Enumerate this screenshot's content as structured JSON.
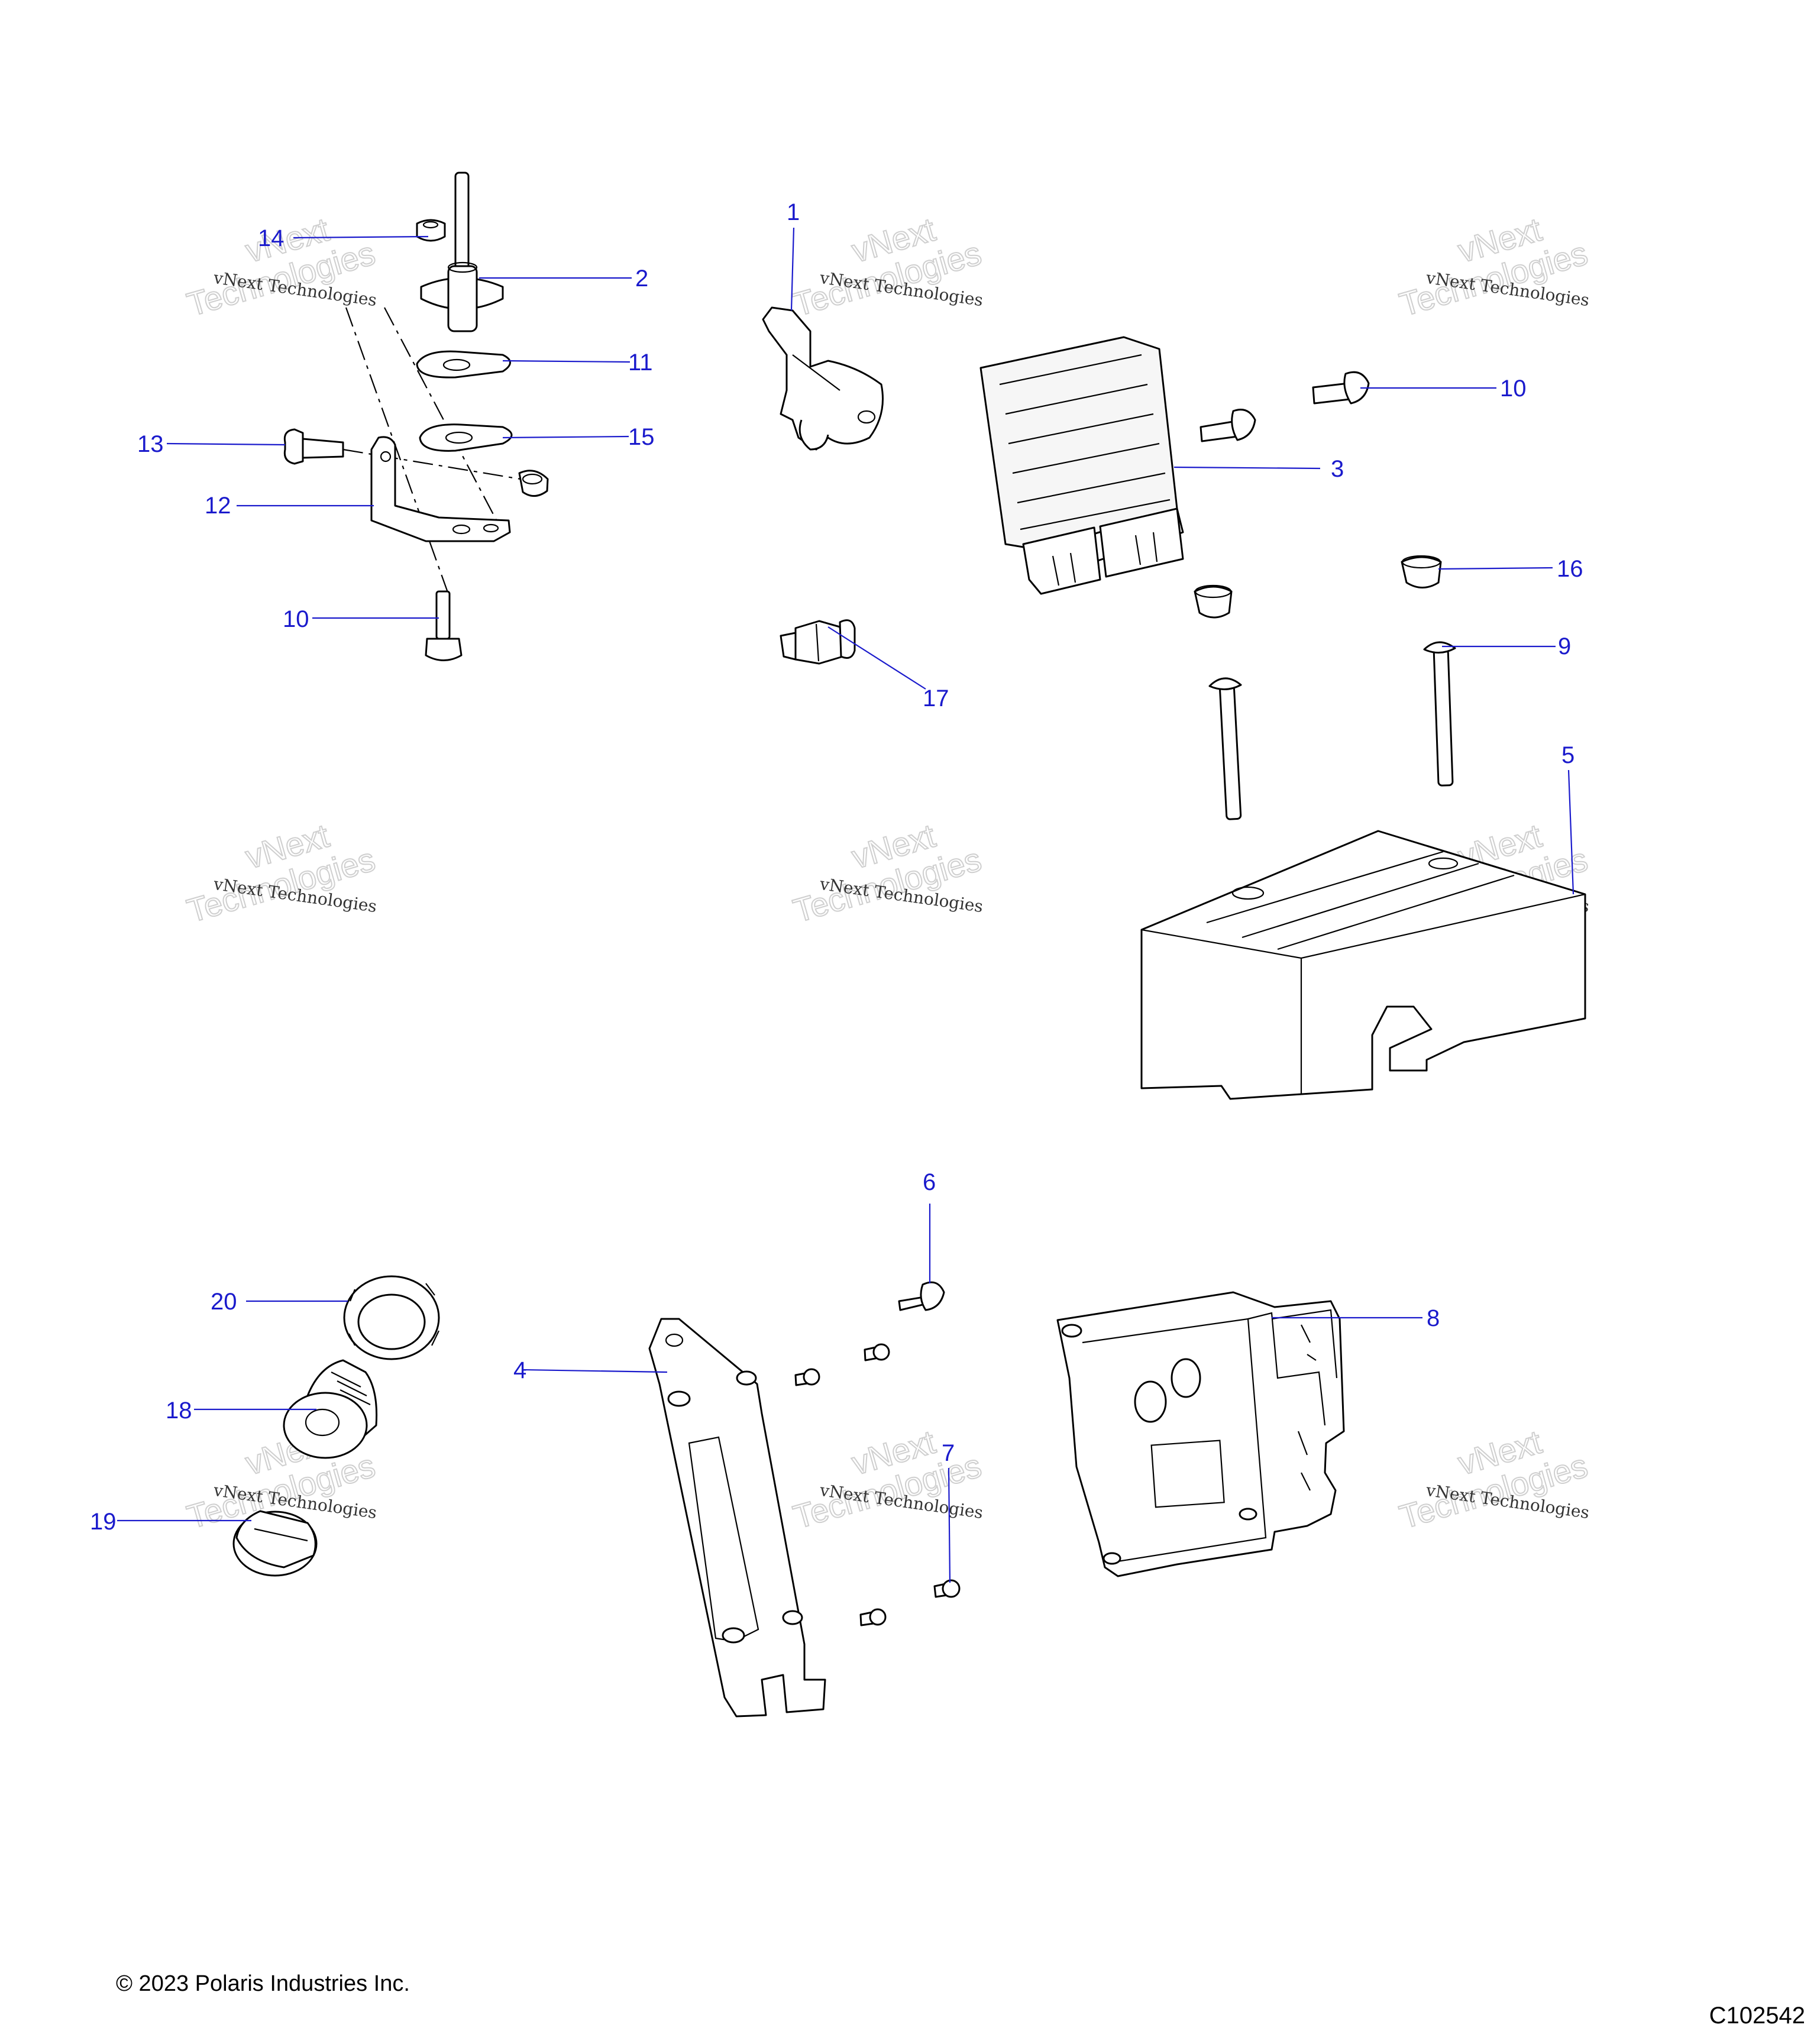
{
  "callouts": [
    {
      "id": "callout-1",
      "label": "1"
    },
    {
      "id": "callout-2",
      "label": "2"
    },
    {
      "id": "callout-3",
      "label": "3"
    },
    {
      "id": "callout-4",
      "label": "4"
    },
    {
      "id": "callout-5",
      "label": "5"
    },
    {
      "id": "callout-6",
      "label": "6"
    },
    {
      "id": "callout-7",
      "label": "7"
    },
    {
      "id": "callout-8",
      "label": "8"
    },
    {
      "id": "callout-9",
      "label": "9"
    },
    {
      "id": "callout-10a",
      "label": "10"
    },
    {
      "id": "callout-10b",
      "label": "10"
    },
    {
      "id": "callout-11",
      "label": "11"
    },
    {
      "id": "callout-12",
      "label": "12"
    },
    {
      "id": "callout-13",
      "label": "13"
    },
    {
      "id": "callout-14",
      "label": "14"
    },
    {
      "id": "callout-15",
      "label": "15"
    },
    {
      "id": "callout-16",
      "label": "16"
    },
    {
      "id": "callout-17",
      "label": "17"
    },
    {
      "id": "callout-18",
      "label": "18"
    },
    {
      "id": "callout-19",
      "label": "19"
    },
    {
      "id": "callout-20",
      "label": "20"
    }
  ],
  "watermark": {
    "line1": "vNext Technologies",
    "line2": "Technologies",
    "line3": "vNext"
  },
  "footer": {
    "copyright": "© 2023 Polaris Industries Inc.",
    "figure_id": "C102542"
  },
  "colors": {
    "callout": "#1a1acc",
    "line_art": "#000000",
    "background": "#ffffff"
  }
}
